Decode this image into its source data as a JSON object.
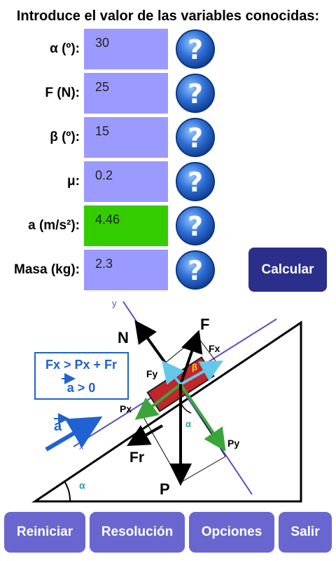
{
  "title": "Introduce el valor de las variables conocidas:",
  "fields": [
    {
      "label": "α (º):",
      "value": "30"
    },
    {
      "label": "F (N):",
      "value": "25"
    },
    {
      "label": "β (º):",
      "value": "15"
    },
    {
      "label": "μ:",
      "value": "0.2"
    },
    {
      "label": "a (m/s²):",
      "value": "4.46",
      "highlight": "#33cc00"
    },
    {
      "label": "Masa (kg):",
      "value": "2.3"
    }
  ],
  "help_icon": "question-mark-icon",
  "calc_label": "Calcular",
  "diagram": {
    "formula_line1": "Fx > Px + Fr",
    "formula_line2": "a > 0",
    "vector_labels": {
      "N": "N",
      "F": "F",
      "Fx": "Fx",
      "Fy": "Fy",
      "Px": "Px",
      "Py": "Py",
      "Fr": "Fr",
      "P": "P",
      "a": "a"
    },
    "axis_x": "x",
    "axis_y": "y",
    "angle_alpha": "α",
    "angle_beta": "β"
  },
  "buttons": {
    "reiniciar": "Reiniciar",
    "resolucion": "Resolución",
    "opciones": "Opciones",
    "salir": "Salir"
  }
}
